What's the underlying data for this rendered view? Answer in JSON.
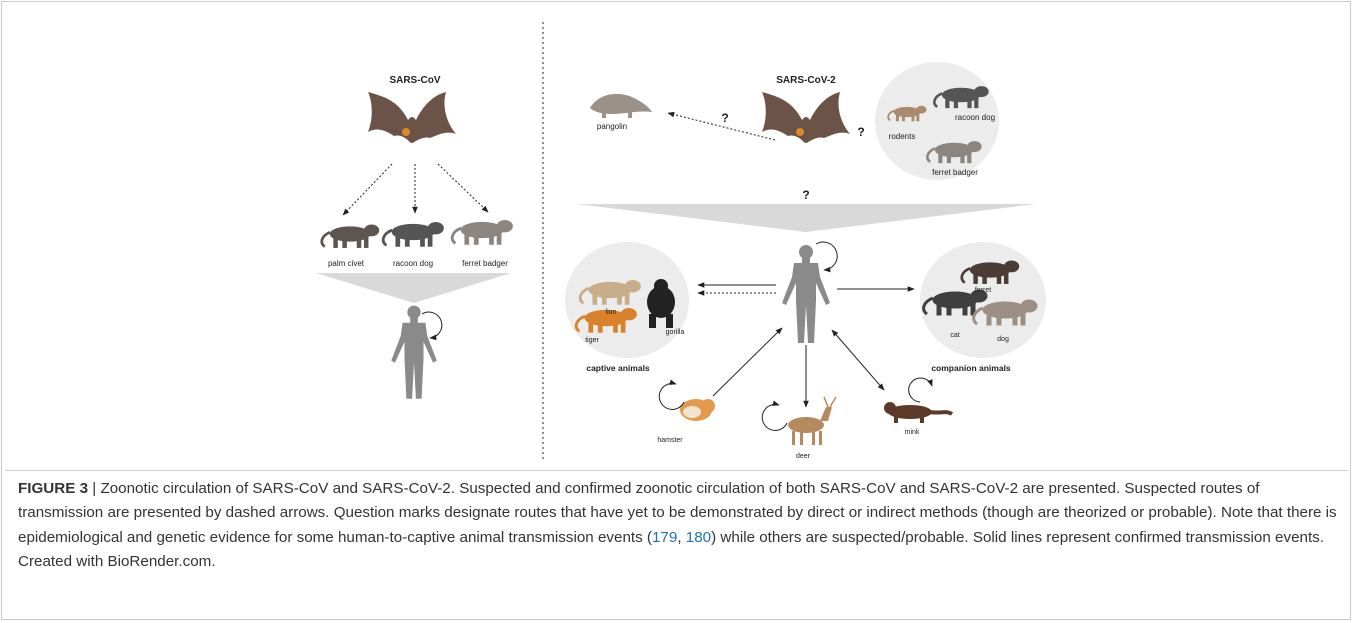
{
  "diagram": {
    "left_title": "SARS-CoV",
    "right_title": "SARS-CoV-2",
    "left_animals": [
      "palm civet",
      "racoon dog",
      "ferret badger"
    ],
    "pangolin": "pangolin",
    "question_marks": [
      "?",
      "?",
      "?"
    ],
    "intermediate_group": [
      "rodents",
      "racoon dog",
      "ferret badger"
    ],
    "captive_group": {
      "label": "captive animals",
      "animals": [
        "lion",
        "tiger",
        "gorilla"
      ]
    },
    "companion_group": {
      "label": "companion animals",
      "animals": [
        "ferret",
        "cat",
        "dog"
      ]
    },
    "bottom_animals": [
      "hamster",
      "deer",
      "mink"
    ],
    "colors": {
      "human": "#8a8a8a",
      "bat": "#6b5447",
      "group_bg": "#ececec",
      "funnel": "#d9d9d9"
    }
  },
  "caption": {
    "prefix": "FIGURE 3",
    "separator": " | ",
    "text_1": "Zoonotic circulation of SARS-CoV and SARS-CoV-2. Suspected and confirmed zoonotic circulation of both SARS-CoV and SARS-CoV-2 are presented. Suspected routes of transmission are presented by dashed arrows. Question marks designate routes that have yet to be demonstrated by direct or indirect methods (though are theorized or probable). Note that there is epidemiological and genetic evidence for some human-to-captive animal transmission events (",
    "ref_1": "179",
    "ref_sep": ", ",
    "ref_2": "180",
    "text_2": ") while others are suspected/probable. Solid lines represent confirmed transmission events. Created with BioRender.com."
  }
}
